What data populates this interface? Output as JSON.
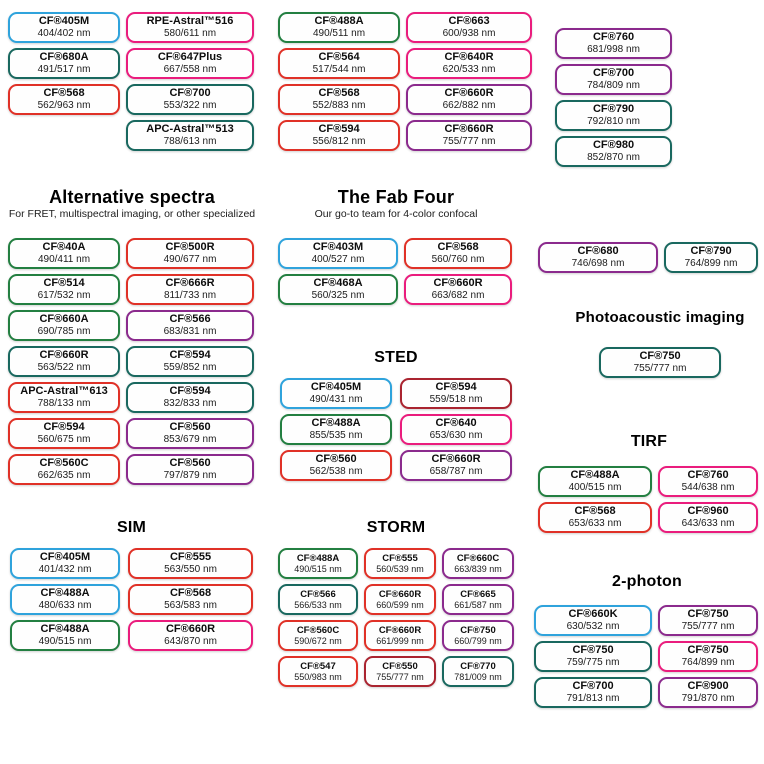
{
  "colors": {
    "blue": "#2fa3dc",
    "green": "#237f41",
    "teal": "#19685f",
    "red": "#e03127",
    "darkred": "#aa2430",
    "pink": "#ea1c7d",
    "purple": "#8b2a8d"
  },
  "groups": {
    "top_left": {
      "columns": [
        [
          {
            "name": "CF®405M",
            "nm": "404/402 nm",
            "color": "blue"
          },
          {
            "name": "CF®680A",
            "nm": "491/517 nm",
            "color": "teal"
          },
          {
            "name": "CF®568",
            "nm": "562/963 nm",
            "color": "red"
          }
        ],
        [
          {
            "name": "RPE-Astral™516",
            "nm": "580/611 nm",
            "color": "pink"
          },
          {
            "name": "CF®647Plus",
            "nm": "667/558 nm",
            "color": "pink"
          },
          {
            "name": "CF®700",
            "nm": "553/322 nm",
            "color": "teal"
          },
          {
            "name": "APC-Astral™513",
            "nm": "788/613 nm",
            "color": "teal"
          }
        ]
      ]
    },
    "top_mid": {
      "columns": [
        [
          {
            "name": "CF®488A",
            "nm": "490/511 nm",
            "color": "green"
          },
          {
            "name": "CF®564",
            "nm": "517/544 nm",
            "color": "red"
          },
          {
            "name": "CF®568",
            "nm": "552/883 nm",
            "color": "red"
          },
          {
            "name": "CF®594",
            "nm": "556/812 nm",
            "color": "red"
          }
        ],
        [
          {
            "name": "CF®663",
            "nm": "600/938 nm",
            "color": "pink"
          },
          {
            "name": "CF®640R",
            "nm": "620/533 nm",
            "color": "pink"
          },
          {
            "name": "CF®660R",
            "nm": "662/882 nm",
            "color": "purple"
          },
          {
            "name": "CF®660R",
            "nm": "755/777 nm",
            "color": "purple"
          }
        ]
      ]
    },
    "top_right": {
      "columns": [
        [
          {
            "name": "CF®760",
            "nm": "681/998 nm",
            "color": "purple"
          },
          {
            "name": "CF®700",
            "nm": "784/809 nm",
            "color": "purple"
          },
          {
            "name": "CF®790",
            "nm": "792/810 nm",
            "color": "teal"
          },
          {
            "name": "CF®980",
            "nm": "852/870 nm",
            "color": "teal"
          }
        ]
      ]
    },
    "alternative_spectra": {
      "title": "Alternative spectra",
      "subtitle": "For FRET, multispectral imaging, or other specialized",
      "columns": [
        [
          {
            "name": "CF®40A",
            "nm": "490/411 nm",
            "color": "green"
          },
          {
            "name": "CF®514",
            "nm": "617/532 nm",
            "color": "green"
          },
          {
            "name": "CF®660A",
            "nm": "690/785 nm",
            "color": "green"
          },
          {
            "name": "CF®660R",
            "nm": "563/522 nm",
            "color": "teal"
          },
          {
            "name": "APC-Astral™613",
            "nm": "788/133 nm",
            "color": "red"
          },
          {
            "name": "CF®594",
            "nm": "560/675 nm",
            "color": "red"
          },
          {
            "name": "CF®560C",
            "nm": "662/635 nm",
            "color": "red"
          }
        ],
        [
          {
            "name": "CF®500R",
            "nm": "490/677 nm",
            "color": "red"
          },
          {
            "name": "CF®666R",
            "nm": "811/733 nm",
            "color": "red"
          },
          {
            "name": "CF®566",
            "nm": "683/831 nm",
            "color": "purple"
          },
          {
            "name": "CF®594",
            "nm": "559/852 nm",
            "color": "teal"
          },
          {
            "name": "CF®594",
            "nm": "832/833 nm",
            "color": "teal"
          },
          {
            "name": "CF®560",
            "nm": "853/679 nm",
            "color": "purple"
          },
          {
            "name": "CF®560",
            "nm": "797/879 nm",
            "color": "purple"
          }
        ]
      ]
    },
    "fab_four": {
      "title": "The Fab Four",
      "subtitle": "Our go-to team for 4-color confocal",
      "columns": [
        [
          {
            "name": "CF®403M",
            "nm": "400/527 nm",
            "color": "blue"
          },
          {
            "name": "CF®468A",
            "nm": "560/325 nm",
            "color": "green"
          }
        ],
        [
          {
            "name": "CF®568",
            "nm": "560/760 nm",
            "color": "red"
          },
          {
            "name": "CF®660R",
            "nm": "663/682 nm",
            "color": "pink"
          }
        ]
      ]
    },
    "sted": {
      "title": "STED",
      "columns": [
        [
          {
            "name": "CF®405M",
            "nm": "490/431 nm",
            "color": "blue"
          },
          {
            "name": "CF®488A",
            "nm": "855/535 nm",
            "color": "green"
          },
          {
            "name": "CF®560",
            "nm": "562/538 nm",
            "color": "red"
          }
        ],
        [
          {
            "name": "CF®594",
            "nm": "559/518 nm",
            "color": "darkred"
          },
          {
            "name": "CF®640",
            "nm": "653/630 nm",
            "color": "pink"
          },
          {
            "name": "CF®660R",
            "nm": "658/787 nm",
            "color": "purple"
          }
        ]
      ]
    },
    "sim": {
      "title": "SIM",
      "columns": [
        [
          {
            "name": "CF®405M",
            "nm": "401/432 nm",
            "color": "blue"
          },
          {
            "name": "CF®488A",
            "nm": "480/633 nm",
            "color": "blue"
          },
          {
            "name": "CF®488A",
            "nm": "490/515 nm",
            "color": "green"
          }
        ],
        [
          {
            "name": "CF®555",
            "nm": "563/550 nm",
            "color": "red"
          },
          {
            "name": "CF®568",
            "nm": "563/583 nm",
            "color": "red"
          },
          {
            "name": "CF®660R",
            "nm": "643/870 nm",
            "color": "pink"
          }
        ]
      ]
    },
    "storm": {
      "title": "STORM",
      "columns": [
        [
          {
            "name": "CF®488A",
            "nm": "490/515 nm",
            "color": "green"
          },
          {
            "name": "CF®566",
            "nm": "566/533 nm",
            "color": "teal"
          },
          {
            "name": "CF®560C",
            "nm": "590/672 nm",
            "color": "red"
          },
          {
            "name": "CF®547",
            "nm": "550/983 nm",
            "color": "red"
          }
        ],
        [
          {
            "name": "CF®555",
            "nm": "560/539 nm",
            "color": "red"
          },
          {
            "name": "CF®660R",
            "nm": "660/599 nm",
            "color": "red"
          },
          {
            "name": "CF®660R",
            "nm": "661/999 nm",
            "color": "red"
          },
          {
            "name": "CF®550",
            "nm": "755/777 nm",
            "color": "darkred"
          }
        ],
        [
          {
            "name": "CF®660C",
            "nm": "663/839 nm",
            "color": "purple"
          },
          {
            "name": "CF®665",
            "nm": "661/587 nm",
            "color": "purple"
          },
          {
            "name": "CF®750",
            "nm": "660/799 nm",
            "color": "purple"
          },
          {
            "name": "CF®770",
            "nm": "781/009 nm",
            "color": "teal"
          }
        ]
      ]
    },
    "nir_pair": {
      "columns": [
        [
          {
            "name": "CF®680",
            "nm": "746/698 nm",
            "color": "purple"
          }
        ],
        [
          {
            "name": "CF®790",
            "nm": "764/899 nm",
            "color": "teal"
          }
        ]
      ]
    },
    "photoacoustic": {
      "title": "Photoacoustic imaging",
      "columns": [
        [
          {
            "name": "CF®750",
            "nm": "755/777 nm",
            "color": "teal"
          }
        ]
      ]
    },
    "tirf": {
      "title": "TIRF",
      "columns": [
        [
          {
            "name": "CF®488A",
            "nm": "400/515 nm",
            "color": "green"
          },
          {
            "name": "CF®568",
            "nm": "653/633 nm",
            "color": "red"
          }
        ],
        [
          {
            "name": "CF®760",
            "nm": "544/638 nm",
            "color": "pink"
          },
          {
            "name": "CF®960",
            "nm": "643/633 nm",
            "color": "pink"
          }
        ]
      ]
    },
    "two_photon": {
      "title": "2-photon",
      "columns": [
        [
          {
            "name": "CF®660K",
            "nm": "630/532 nm",
            "color": "blue"
          },
          {
            "name": "CF®750",
            "nm": "759/775 nm",
            "color": "teal"
          },
          {
            "name": "CF®700",
            "nm": "791/813 nm",
            "color": "teal"
          }
        ],
        [
          {
            "name": "CF®750",
            "nm": "755/777 nm",
            "color": "purple"
          },
          {
            "name": "CF®750",
            "nm": "764/899 nm",
            "color": "pink"
          },
          {
            "name": "CF®900",
            "nm": "791/870 nm",
            "color": "purple"
          }
        ]
      ]
    }
  }
}
